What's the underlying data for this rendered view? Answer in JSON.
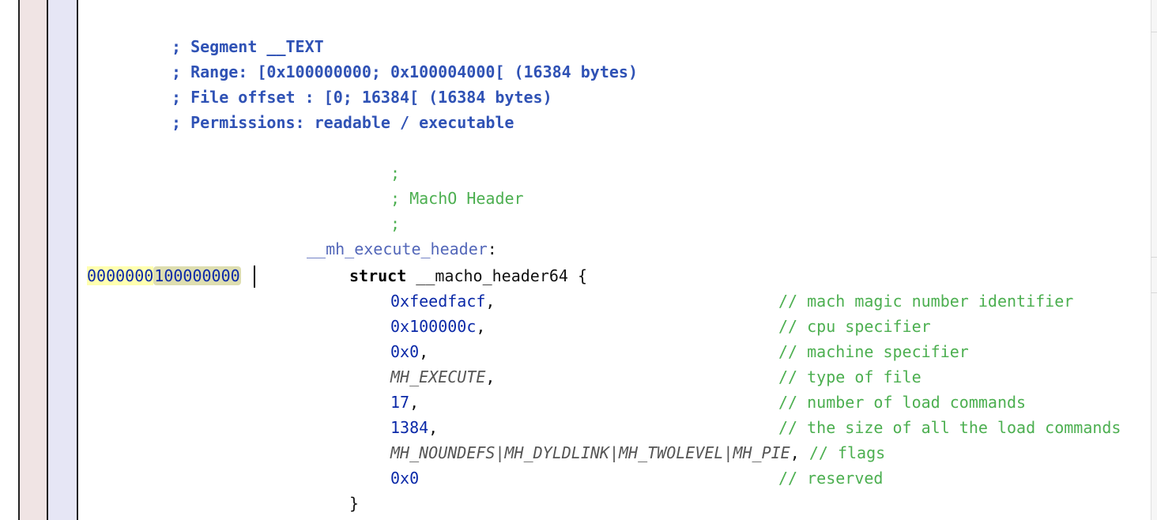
{
  "segment": {
    "lines": [
      "; Segment __TEXT",
      "; Range: [0x100000000; 0x100004000[ (16384 bytes)",
      "; File offset : [0; 16384[ (16384 bytes)",
      "; Permissions: readable / executable"
    ]
  },
  "header_comment": [
    ";",
    "; MachO Header",
    ";"
  ],
  "label": {
    "name": "__mh_execute_header",
    "colon": ":"
  },
  "address": {
    "prefix": "0000000",
    "suffix": "100000000"
  },
  "struct": {
    "keyword": "struct",
    "open": " __macho_header64 {",
    "close": "}",
    "fields": [
      {
        "value": "0xfeedfacf",
        "sep": ",",
        "comment": "// mach magic number identifier"
      },
      {
        "value": "0x100000c",
        "sep": ",",
        "comment": "// cpu specifier"
      },
      {
        "value": "0x0",
        "sep": ",",
        "comment": "// machine specifier"
      },
      {
        "value": "MH_EXECUTE",
        "sep": ",",
        "comment": "// type of file"
      },
      {
        "value": "17",
        "sep": ",",
        "comment": "// number of load commands"
      },
      {
        "value": "1384",
        "sep": ",",
        "comment": "// the size of all the load commands"
      },
      {
        "value": "MH_NOUNDEFS|MH_DYLDLINK|MH_TWOLEVEL|MH_PIE",
        "sep": ",",
        "comment": "// flags"
      },
      {
        "value": "0x0",
        "sep": "",
        "comment": "// reserved"
      }
    ]
  },
  "colors": {
    "segment_text": "#2f52b5",
    "comment": "#4caf50",
    "label": "#5367b9",
    "number": "#0b29a8",
    "address_highlight": "#ffffb0"
  }
}
